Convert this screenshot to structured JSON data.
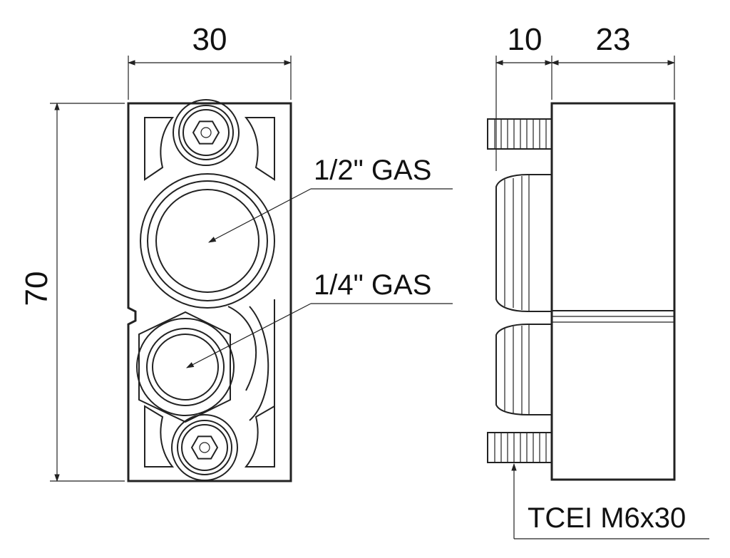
{
  "dimensions": {
    "width": "30",
    "height": "70",
    "depth_stud": "10",
    "depth_body": "23"
  },
  "callouts": {
    "port_large": "1/2\" GAS",
    "port_small": "1/4\" GAS",
    "screw": "TCEI M6x30"
  }
}
